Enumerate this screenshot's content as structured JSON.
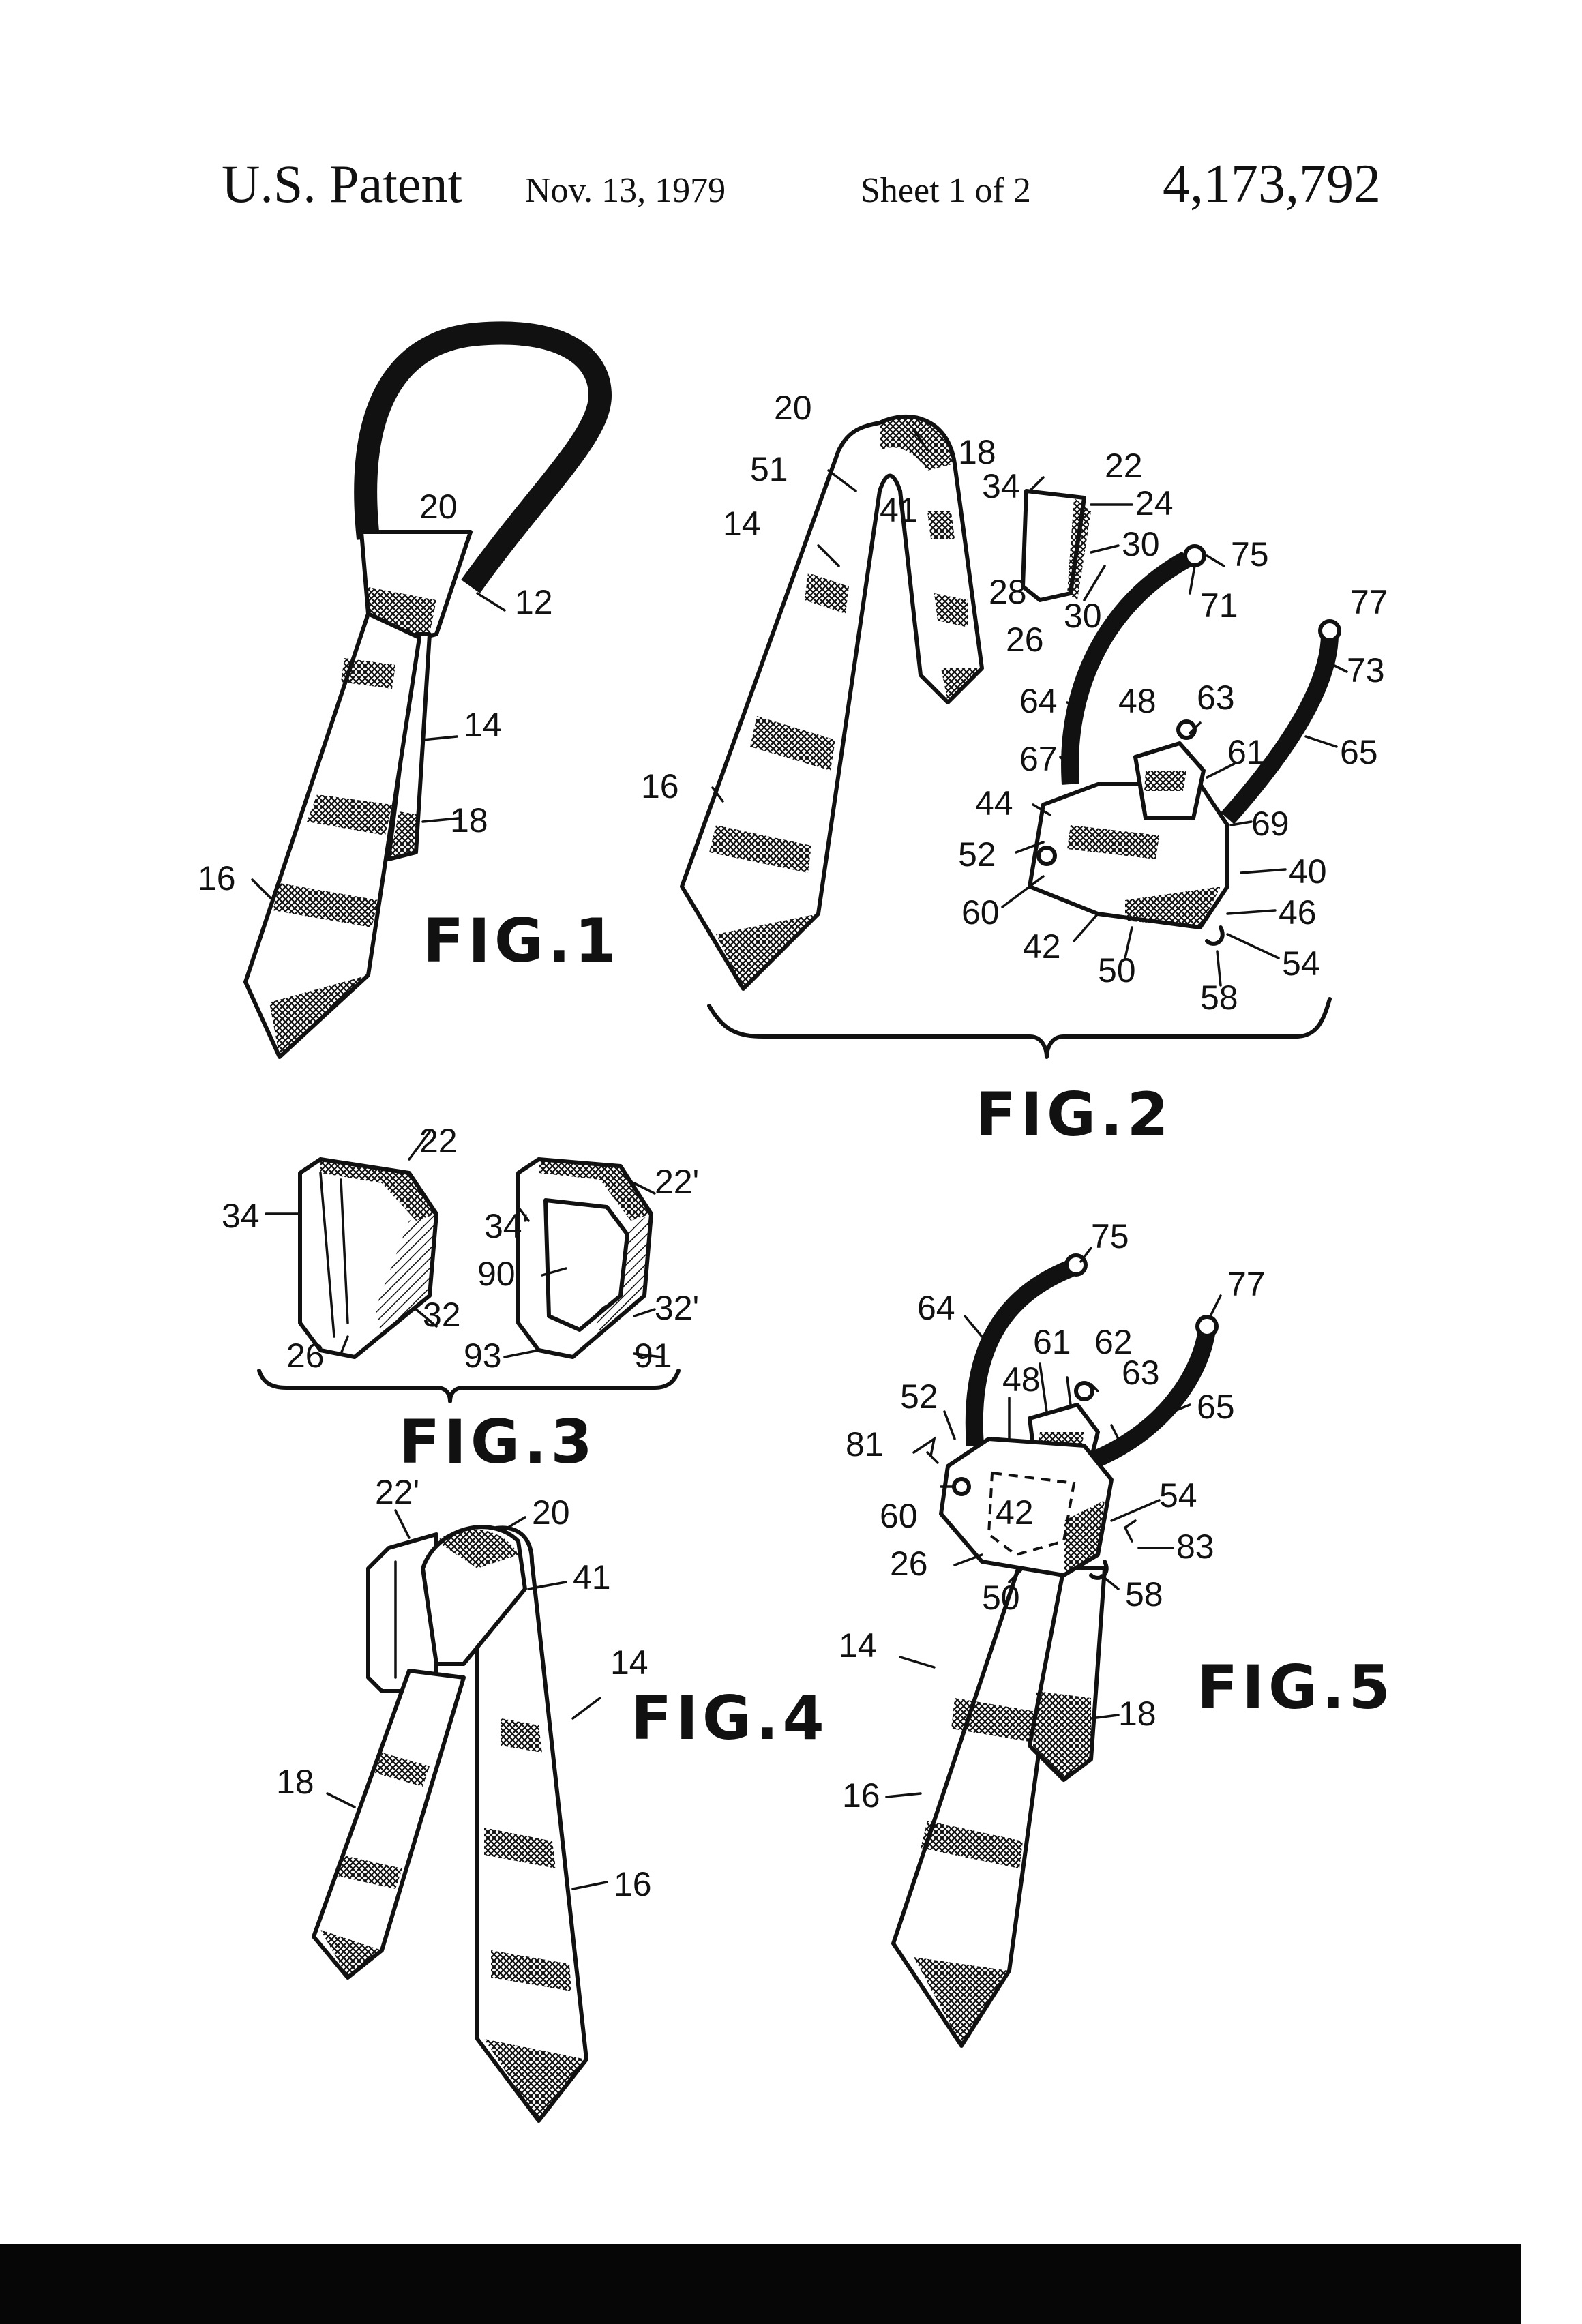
{
  "header": {
    "title": "U.S. Patent",
    "date": "Nov. 13, 1979",
    "sheet": "Sheet 1 of 2",
    "patent_number": "4,173,792"
  },
  "figures": [
    {
      "label": "FIG.1",
      "ref_numerals": [
        "20",
        "12",
        "14",
        "18",
        "16"
      ]
    },
    {
      "label": "FIG.2",
      "ref_numerals": [
        "20",
        "18",
        "51",
        "41",
        "14",
        "34",
        "22",
        "24",
        "30",
        "30",
        "28",
        "26",
        "75",
        "71",
        "77",
        "73",
        "64",
        "48",
        "63",
        "61",
        "65",
        "67",
        "44",
        "52",
        "69",
        "40",
        "60",
        "42",
        "46",
        "50",
        "54",
        "58",
        "16"
      ]
    },
    {
      "label": "FIG.3",
      "ref_numerals": [
        "22",
        "22'",
        "34",
        "34'",
        "90",
        "32",
        "32'",
        "26",
        "93",
        "91"
      ]
    },
    {
      "label": "FIG.4",
      "ref_numerals": [
        "22'",
        "20",
        "41",
        "14",
        "18",
        "16"
      ]
    },
    {
      "label": "FIG.5",
      "ref_numerals": [
        "75",
        "77",
        "64",
        "61",
        "62",
        "52",
        "48",
        "63",
        "65",
        "81",
        "60",
        "42",
        "54",
        "26",
        "83",
        "50",
        "58",
        "14",
        "18",
        "16"
      ]
    }
  ],
  "colors": {
    "ink": "#111111",
    "paper": "#ffffff",
    "bar": "#060606"
  }
}
